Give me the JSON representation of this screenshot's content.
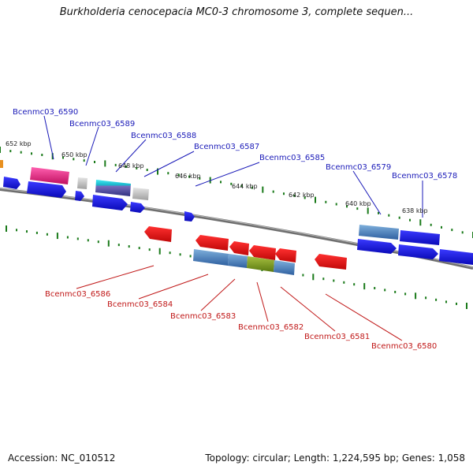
{
  "title": "Burkholderia cenocepacia MC0-3 chromosome 3, complete sequen...",
  "accession": "Accession: NC_010512",
  "summary": "Topology: circular; Length: 1,224,595 bp; Genes: 1,058",
  "scale_labels": [
    "652 kbp",
    "650 kbp",
    "648 kbp",
    "646 kbp",
    "644 kbp",
    "642 kbp",
    "640 kbp",
    "638 kbp"
  ],
  "top_strand_genes": [
    "Bcenmc03_6590",
    "Bcenmc03_6589",
    "Bcenmc03_6588",
    "Bcenmc03_6587",
    "Bcenmc03_6585",
    "Bcenmc03_6579",
    "Bcenmc03_6578"
  ],
  "bottom_strand_genes": [
    "Bcenmc03_6586",
    "Bcenmc03_6584",
    "Bcenmc03_6583",
    "Bcenmc03_6582",
    "Bcenmc03_6581",
    "Bcenmc03_6580"
  ],
  "colors": {
    "forward_gene": "#1515e6",
    "reverse_gene": "#ee1111",
    "backbone": "#777777",
    "tick": "#1a7a1a",
    "highlight_pink": "#e8187a",
    "highlight_cyan": "#20c8d8",
    "highlight_olive": "#7a9a20",
    "rna_steel": "#4a80b8"
  }
}
